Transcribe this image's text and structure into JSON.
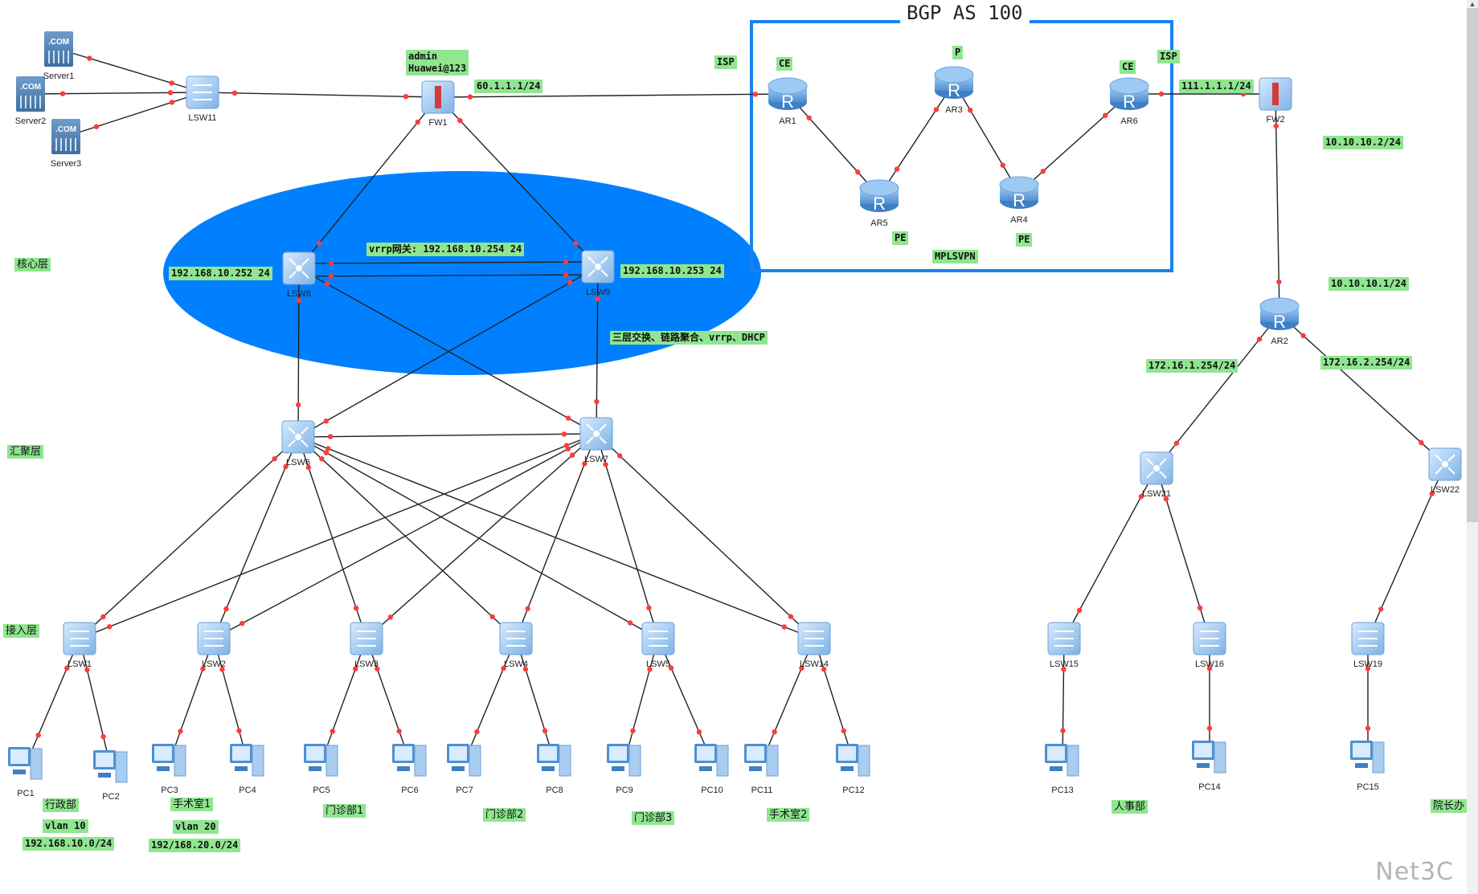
{
  "diagram": {
    "bgp_title": "BGP AS 100",
    "watermark": "Net3C",
    "colors": {
      "label_bg": "#8fe68f",
      "bgp_box": "#1a82f0",
      "core_ellipse": "#0080ff",
      "link": "#222222",
      "port_dot": "#ff3b3b",
      "device_blue": "#5b9bd5"
    },
    "layers": {
      "core": "核心层",
      "distribution": "汇聚层",
      "access": "接入层"
    },
    "devices": [
      {
        "id": "Server1",
        "type": "server"
      },
      {
        "id": "Server2",
        "type": "server"
      },
      {
        "id": "Server3",
        "type": "server"
      },
      {
        "id": "LSW11",
        "type": "l2switch"
      },
      {
        "id": "FW1",
        "type": "firewall"
      },
      {
        "id": "AR1",
        "type": "router"
      },
      {
        "id": "AR3",
        "type": "router"
      },
      {
        "id": "AR6",
        "type": "router"
      },
      {
        "id": "AR5",
        "type": "router"
      },
      {
        "id": "AR4",
        "type": "router"
      },
      {
        "id": "FW2",
        "type": "firewall"
      },
      {
        "id": "AR2",
        "type": "router"
      },
      {
        "id": "LSW8",
        "type": "l3switch"
      },
      {
        "id": "LSW9",
        "type": "l3switch"
      },
      {
        "id": "LSW6",
        "type": "l3switch"
      },
      {
        "id": "LSW7",
        "type": "l3switch"
      },
      {
        "id": "LSW1",
        "type": "l2switch"
      },
      {
        "id": "LSW2",
        "type": "l2switch"
      },
      {
        "id": "LSW3",
        "type": "l2switch"
      },
      {
        "id": "LSW4",
        "type": "l2switch"
      },
      {
        "id": "LSW5",
        "type": "l2switch"
      },
      {
        "id": "LSW14",
        "type": "l2switch"
      },
      {
        "id": "LSW21",
        "type": "l3switch"
      },
      {
        "id": "LSW22",
        "type": "l3switch"
      },
      {
        "id": "LSW15",
        "type": "l2switch"
      },
      {
        "id": "LSW16",
        "type": "l2switch"
      },
      {
        "id": "LSW19",
        "type": "l2switch"
      },
      {
        "id": "PC1",
        "type": "pc"
      },
      {
        "id": "PC2",
        "type": "pc"
      },
      {
        "id": "PC3",
        "type": "pc"
      },
      {
        "id": "PC4",
        "type": "pc"
      },
      {
        "id": "PC5",
        "type": "pc"
      },
      {
        "id": "PC6",
        "type": "pc"
      },
      {
        "id": "PC7",
        "type": "pc"
      },
      {
        "id": "PC8",
        "type": "pc"
      },
      {
        "id": "PC9",
        "type": "pc"
      },
      {
        "id": "PC10",
        "type": "pc"
      },
      {
        "id": "PC11",
        "type": "pc"
      },
      {
        "id": "PC12",
        "type": "pc"
      },
      {
        "id": "PC13",
        "type": "pc"
      },
      {
        "id": "PC14",
        "type": "pc"
      },
      {
        "id": "PC15",
        "type": "pc"
      }
    ],
    "links": [
      [
        "Server1",
        "LSW11"
      ],
      [
        "Server2",
        "LSW11"
      ],
      [
        "Server3",
        "LSW11"
      ],
      [
        "LSW11",
        "FW1"
      ],
      [
        "FW1",
        "AR1"
      ],
      [
        "AR1",
        "AR5"
      ],
      [
        "AR5",
        "AR3"
      ],
      [
        "AR3",
        "AR4"
      ],
      [
        "AR4",
        "AR6"
      ],
      [
        "AR6",
        "FW2"
      ],
      [
        "FW2",
        "AR2"
      ],
      [
        "AR2",
        "LSW21"
      ],
      [
        "AR2",
        "LSW22"
      ],
      [
        "LSW21",
        "LSW15"
      ],
      [
        "LSW21",
        "LSW16"
      ],
      [
        "LSW22",
        "LSW19"
      ],
      [
        "LSW15",
        "PC13"
      ],
      [
        "LSW16",
        "PC14"
      ],
      [
        "LSW19",
        "PC15"
      ],
      [
        "FW1",
        "LSW8"
      ],
      [
        "FW1",
        "LSW9"
      ],
      [
        "LSW8",
        "LSW9"
      ],
      [
        "LSW8",
        "LSW9"
      ],
      [
        "LSW8",
        "LSW6"
      ],
      [
        "LSW8",
        "LSW7"
      ],
      [
        "LSW9",
        "LSW6"
      ],
      [
        "LSW9",
        "LSW7"
      ],
      [
        "LSW6",
        "LSW7"
      ],
      [
        "LSW6",
        "LSW1"
      ],
      [
        "LSW6",
        "LSW2"
      ],
      [
        "LSW6",
        "LSW3"
      ],
      [
        "LSW6",
        "LSW4"
      ],
      [
        "LSW6",
        "LSW5"
      ],
      [
        "LSW6",
        "LSW14"
      ],
      [
        "LSW7",
        "LSW1"
      ],
      [
        "LSW7",
        "LSW2"
      ],
      [
        "LSW7",
        "LSW3"
      ],
      [
        "LSW7",
        "LSW4"
      ],
      [
        "LSW7",
        "LSW5"
      ],
      [
        "LSW7",
        "LSW14"
      ],
      [
        "LSW1",
        "PC1"
      ],
      [
        "LSW1",
        "PC2"
      ],
      [
        "LSW2",
        "PC3"
      ],
      [
        "LSW2",
        "PC4"
      ],
      [
        "LSW3",
        "PC5"
      ],
      [
        "LSW3",
        "PC6"
      ],
      [
        "LSW4",
        "PC7"
      ],
      [
        "LSW4",
        "PC8"
      ],
      [
        "LSW5",
        "PC9"
      ],
      [
        "LSW5",
        "PC10"
      ],
      [
        "LSW14",
        "PC11"
      ],
      [
        "LSW14",
        "PC12"
      ]
    ],
    "labels": {
      "fw1_credentials": "admin\nHuawei@123",
      "fw1_ip": "60.1.1.1/24",
      "isp_left": "ISP",
      "ce_ar1": "CE",
      "p_ar3": "P",
      "ce_ar6": "CE",
      "isp_right": "ISP",
      "pe_ar5": "PE",
      "pe_ar4": "PE",
      "mplsvpn": "MPLSVPN",
      "fw2_ip": "111.1.1.1/24",
      "fw2_inside_ip": "10.10.10.2/24",
      "ar2_ip": "10.10.10.1/24",
      "ar2_left_ip": "172.16.1.254/24",
      "ar2_right_ip": "172.16.2.254/24",
      "lsw8_ip": "192.168.10.252 24",
      "lsw9_ip": "192.168.10.253 24",
      "vrrp_gateway": "vrrp网关: 192.168.10.254 24",
      "core_features": "三层交换、链路聚合、vrrp、DHCP",
      "dept_admin": "行政部",
      "vlan10": "vlan 10",
      "subnet10": "192.168.10.0/24",
      "dept_surgery1": "手术室1",
      "vlan20": "vlan 20",
      "subnet20": "192/168.20.0/24",
      "dept_clinic1": "门诊部1",
      "dept_clinic2": "门诊部2",
      "dept_clinic3": "门诊部3",
      "dept_surgery2": "手术室2",
      "dept_hr": "人事部",
      "dept_president": "院长办"
    }
  }
}
